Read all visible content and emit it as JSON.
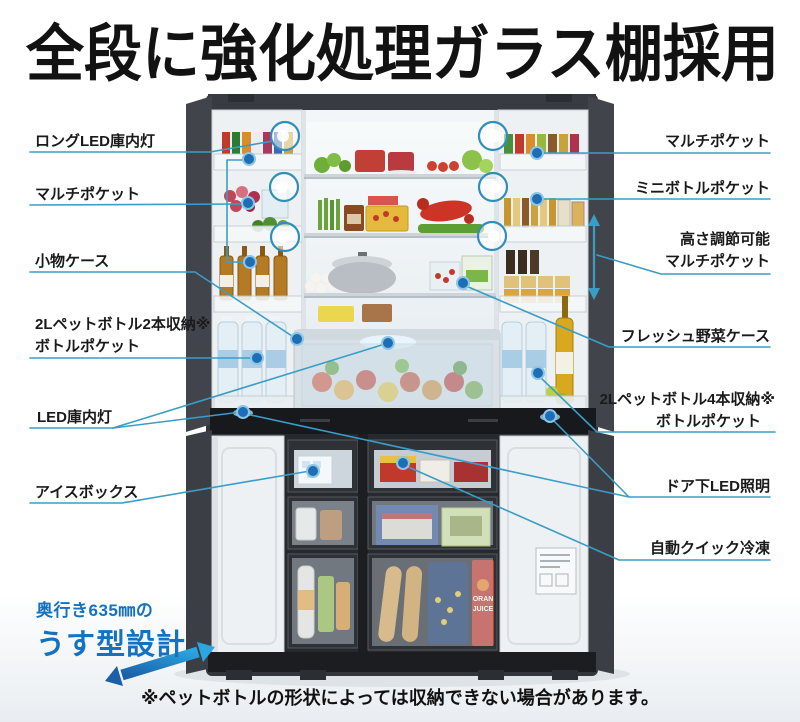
{
  "title": "全段に強化処理ガラス棚採用",
  "footnote": "※ペットボトルの形状によっては収納できない場合があります。",
  "feature": {
    "line1": "奥行き635㎜の",
    "line2": "うす型設計"
  },
  "labels_left": [
    {
      "id": "long-led-lamp",
      "text": "ロングLED庫内灯"
    },
    {
      "id": "multi-pocket",
      "text": "マルチポケット"
    },
    {
      "id": "small-item-case",
      "text": "小物ケース"
    },
    {
      "id": "bottle-pocket-2l",
      "text": "2Lペットボトル2本収納※",
      "text2": "ボトルポケット"
    },
    {
      "id": "led-lamp",
      "text": "LED庫内灯"
    },
    {
      "id": "ice-box",
      "text": "アイスボックス"
    }
  ],
  "labels_right": [
    {
      "id": "multi-pocket-right",
      "text": "マルチポケット"
    },
    {
      "id": "mini-bottle-pocket",
      "text": "ミニボトルポケット"
    },
    {
      "id": "height-adjustable",
      "text": "高さ調節可能",
      "text2": "マルチポケット"
    },
    {
      "id": "fresh-veg-case",
      "text": "フレッシュ野菜ケース"
    },
    {
      "id": "bottle-pocket-4l",
      "text": "2Lペットボトル4本収納※",
      "text2": "ボトルポケット"
    },
    {
      "id": "under-door-led",
      "text": "ドア下LED照明"
    },
    {
      "id": "auto-quick-freeze",
      "text": "自動クイック冷凍"
    }
  ],
  "fridge": {
    "carton_line1": "ORAN",
    "carton_line2": "JUICE"
  },
  "colors": {
    "callout_line": "#3a9dc5",
    "marker_dot": "#1d6eb5",
    "led_ring": "#2f8fb8",
    "feature_blue": "#1472c0",
    "title_black": "#121212"
  }
}
